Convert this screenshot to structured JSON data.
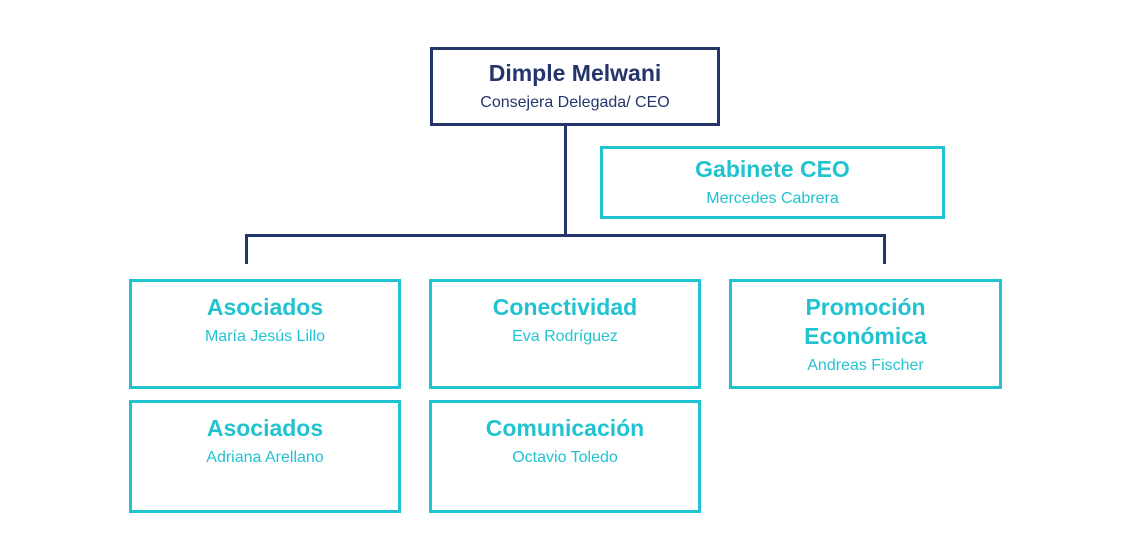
{
  "org_chart": {
    "colors": {
      "primary_navy": "#24356b",
      "accent_cyan": "#21c3d1",
      "background": "#ffffff"
    },
    "root": {
      "title": "Dimple Melwani",
      "subtitle": "Consejera Delegada/ CEO"
    },
    "assistant": {
      "title": "Gabinete CEO",
      "subtitle": "Mercedes Cabrera"
    },
    "row1": [
      {
        "title": "Asociados",
        "subtitle": "María Jesús Lillo"
      },
      {
        "title": "Conectividad",
        "subtitle": "Eva Rodríguez"
      },
      {
        "title": "Promoción Económica",
        "subtitle": "Andreas Fischer"
      }
    ],
    "row2": [
      {
        "title": "Asociados",
        "subtitle": "Adriana Arellano"
      },
      {
        "title": "Comunicación",
        "subtitle": "Octavio Toledo"
      }
    ]
  }
}
